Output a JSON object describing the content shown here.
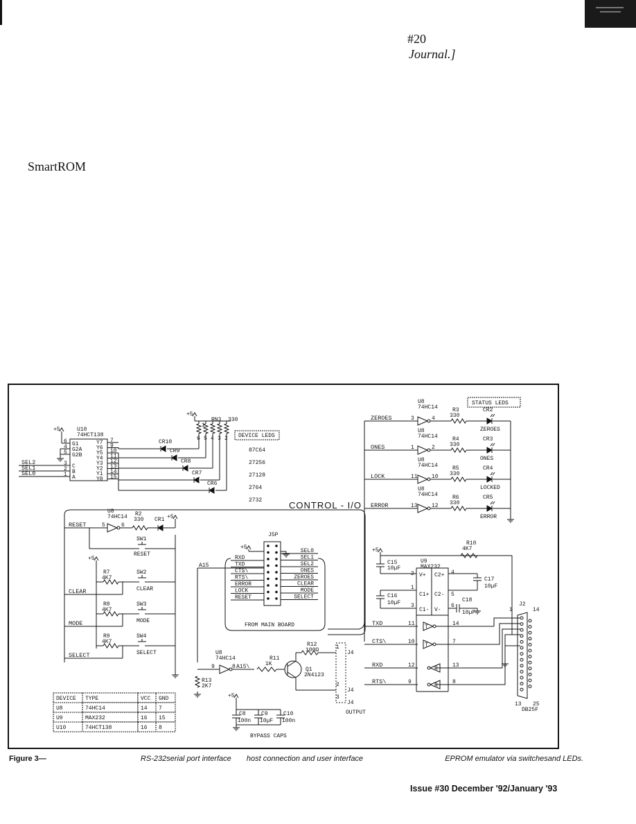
{
  "page": {
    "fragment_issue_ref": "#20",
    "fragment_journal": "Journal.]",
    "fragment_smartrom": "SmartROM",
    "caption_label": "Figure 3—",
    "caption_parts": [
      "RS-232serial port interface",
      "host connection and user interface",
      "EPROM emulator  via switchesand LEDs."
    ],
    "footer": "Issue #30 December '92/January '93"
  },
  "schematic": {
    "decoder": {
      "ref": "U10",
      "part": "74HCT138",
      "inputs": [
        "G1",
        "G2A",
        "G2B",
        "C",
        "B",
        "A"
      ],
      "input_pins": [
        "6",
        "4",
        "5",
        "3",
        "2",
        "1"
      ],
      "outputs": [
        "Y7",
        "Y6",
        "Y5",
        "Y4",
        "Y3",
        "Y2",
        "Y1",
        "Y0"
      ],
      "output_pins": [
        "7",
        "9",
        "10",
        "11",
        "12",
        "13",
        "14",
        "15"
      ]
    },
    "rn3": {
      "ref": "RN3",
      "value": "330",
      "pins": [
        "1",
        "6",
        "5",
        "4",
        "3",
        "2"
      ]
    },
    "device_leds": {
      "title": "DEVICE LEDS",
      "items": [
        "87C64",
        "27256",
        "27128",
        "2764",
        "2732"
      ],
      "diodes": [
        "CR10",
        "CR9",
        "CR8",
        "CR7",
        "CR6"
      ]
    },
    "sel_signals": [
      "SEL2",
      "SEL1",
      "SEL0"
    ],
    "control_io": "CONTROL - I/O",
    "power": "+5",
    "status_leds": {
      "title": "STATUS LEDS",
      "gates": [
        {
          "in": "ZEROES",
          "ref": "U8",
          "part": "74HC14",
          "pin_in": "3",
          "pin_out": "4",
          "res": "R3",
          "rval": "330",
          "led": "CR2",
          "label": "ZEROES"
        },
        {
          "in": "ONES",
          "ref": "U8",
          "part": "74HC14",
          "pin_in": "1",
          "pin_out": "2",
          "res": "R4",
          "rval": "330",
          "led": "CR3",
          "label": "ONES"
        },
        {
          "in": "LOCK",
          "ref": "U8",
          "part": "74HC14",
          "pin_in": "11",
          "pin_out": "10",
          "res": "R5",
          "rval": "330",
          "led": "CR4",
          "label": "LOCKED"
        },
        {
          "in": "ERROR",
          "ref": "U8",
          "part": "74HC14",
          "pin_in": "13",
          "pin_out": "12",
          "res": "R6",
          "rval": "330",
          "led": "CR5",
          "label": "ERROR"
        }
      ]
    },
    "reset": {
      "in": "RESET",
      "ref": "U8",
      "part": "74HC14",
      "pin_in": "5",
      "pin_out": "6",
      "res": "R2",
      "rval": "330",
      "led": "CR1",
      "sw": "SW1",
      "sw_label": "RESET"
    },
    "switches": [
      {
        "sig": "CLEAR",
        "res": "R7",
        "rval": "4K7",
        "sw": "SW2",
        "label": "CLEAR"
      },
      {
        "sig": "MODE",
        "res": "R8",
        "rval": "4K7",
        "sw": "SW3",
        "label": "MODE"
      },
      {
        "sig": "SELECT",
        "res": "R9",
        "rval": "4K7",
        "sw": "SW4",
        "label": "SELECT"
      }
    ],
    "j5p": {
      "ref": "J5P",
      "left": [
        "RXD",
        "TXD",
        "CTS\\",
        "RTS\\",
        "ERROR",
        "LOCK",
        "RESET"
      ],
      "right": [
        "SEL0",
        "SEL1",
        "SEL2",
        "ONES",
        "ZEROES",
        "CLEAR",
        "MODE",
        "SELECT"
      ],
      "main_board": "FROM MAIN BOARD",
      "a15": "A15"
    },
    "max232": {
      "ref": "U9",
      "part": "MAX232",
      "pins": [
        "V+",
        "C2+",
        "C1+",
        "C2-",
        "C1-",
        "V-"
      ],
      "pin_nums": [
        "2",
        "4",
        "1",
        "5",
        "3",
        "6"
      ],
      "r10": {
        "ref": "R10",
        "val": "4K7"
      },
      "caps": [
        {
          "ref": "C15",
          "val": "10µF"
        },
        {
          "ref": "C16",
          "val": "10µF"
        },
        {
          "ref": "C17",
          "val": "10µF"
        },
        {
          "ref": "C18",
          "val": "10µF"
        }
      ],
      "signals": [
        {
          "name": "TXD",
          "in": "11",
          "out": "14",
          "kind": "T"
        },
        {
          "name": "CTS\\",
          "in": "10",
          "out": "7",
          "kind": "T"
        },
        {
          "name": "RXD",
          "in": "12",
          "out": "13",
          "kind": "R"
        },
        {
          "name": "RTS\\",
          "in": "9",
          "out": "8",
          "kind": "R"
        }
      ]
    },
    "j2": {
      "ref": "J2",
      "pins": [
        "1",
        "14",
        "13",
        "25"
      ],
      "part": "DB25F"
    },
    "output": {
      "u8": {
        "ref": "U8",
        "part": "74HC14",
        "pin_in": "9",
        "pin_out": "8",
        "sig": "A15\\"
      },
      "r11": {
        "ref": "R11",
        "val": "1K"
      },
      "r12": {
        "ref": "R12",
        "val": "100Ω"
      },
      "q1": {
        "ref": "Q1",
        "part": "2N4123"
      },
      "r13": {
        "ref": "R13",
        "val": "2K7"
      },
      "j4": {
        "ref": "J4",
        "pins": [
          "1",
          "2",
          "3"
        ]
      },
      "label": "OUTPUT"
    },
    "bypass": {
      "label": "BYPASS CAPS",
      "caps": [
        {
          "ref": "C8",
          "val": "100n"
        },
        {
          "ref": "C9",
          "val": "10µF"
        },
        {
          "ref": "C10",
          "val": "100n"
        }
      ]
    },
    "device_table": {
      "headers": [
        "DEVICE",
        "TYPE",
        "VCC",
        "GND"
      ],
      "rows": [
        [
          "U8",
          "74HC14",
          "14",
          "7"
        ],
        [
          "U9",
          "MAX232",
          "16",
          "15"
        ],
        [
          "U10",
          "74HCT138",
          "16",
          "8"
        ]
      ]
    }
  }
}
